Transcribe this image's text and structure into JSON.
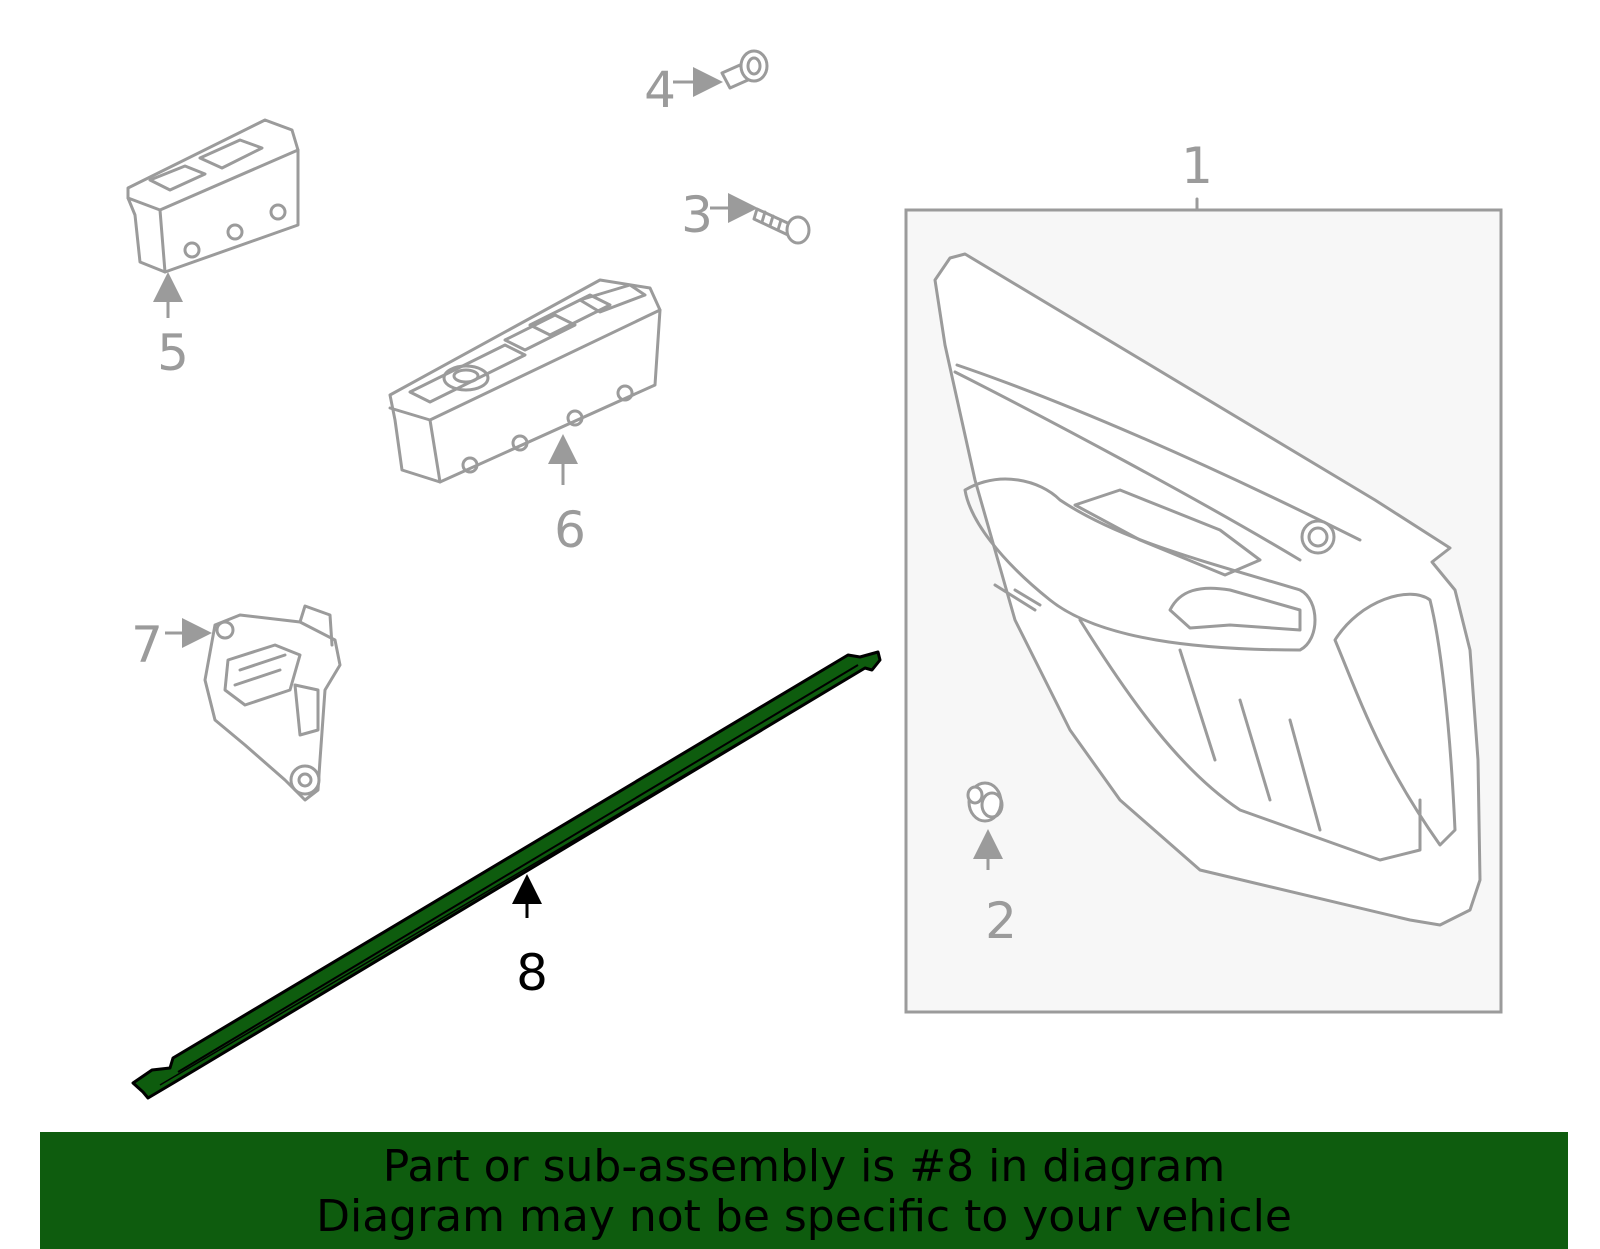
{
  "colors": {
    "part_gray": "#9b9b9b",
    "highlight_green": "#0e5c0e",
    "highlight_outline": "#000000",
    "panel_background": "#f7f7f7",
    "banner_background": "#0e5c0e"
  },
  "callouts": {
    "c1": "1",
    "c2": "2",
    "c3": "3",
    "c4": "4",
    "c5": "5",
    "c6": "6",
    "c7": "7",
    "c8": "8"
  },
  "highlighted_part": "8",
  "banner": {
    "line1": "Part or sub-assembly is #8 in diagram",
    "line2": "Diagram may not be specific to your vehicle"
  }
}
